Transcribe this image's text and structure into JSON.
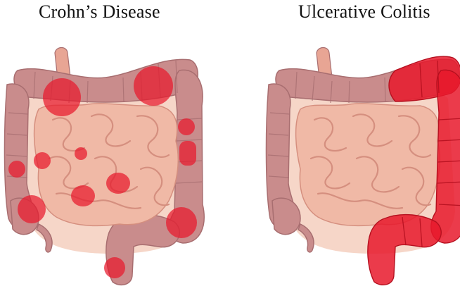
{
  "titles": {
    "left": "Crohn’s Disease",
    "right": "Ulcerative Colitis"
  },
  "colors": {
    "colon": "#c98c8c",
    "colon_dark": "#a86e70",
    "small_intestine": "#f0b9a6",
    "small_intestine_outline": "#d58f7f",
    "mesentery": "#f6d6c8",
    "inflammation": "#e8192c",
    "esophagus": "#e8a594"
  },
  "panels": [
    {
      "key": "crohns",
      "pattern": "patchy-skip-lesions"
    },
    {
      "key": "ulcerative-colitis",
      "pattern": "continuous-from-rectum"
    }
  ]
}
